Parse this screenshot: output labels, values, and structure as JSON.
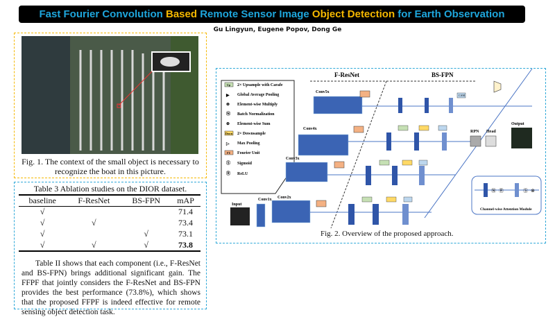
{
  "header": {
    "title_parts": [
      {
        "text": "Fast Fourier Convolution ",
        "color": "blue"
      },
      {
        "text": "Based ",
        "color": "yellow"
      },
      {
        "text": "Remote Sensor Image ",
        "color": "blue"
      },
      {
        "text": "Object Detection ",
        "color": "yellow"
      },
      {
        "text": "for Earth Observation",
        "color": "blue"
      }
    ],
    "authors": "Gu Lingyun, Eugene Popov, Dong Ge"
  },
  "fig1": {
    "caption": "Fig. 1. The context of the small object is necessary to recognize the boat in this picture."
  },
  "table": {
    "caption": "Table 3 Ablation studies on the DIOR dataset.",
    "headers": [
      "baseline",
      "F-ResNet",
      "BS-FPN",
      "mAP"
    ],
    "rows": [
      [
        "√",
        "",
        "",
        "71.4"
      ],
      [
        "√",
        "√",
        "",
        "73.4"
      ],
      [
        "√",
        "",
        "√",
        "73.1"
      ],
      [
        "√",
        "√",
        "√",
        "73.8"
      ]
    ],
    "paragraph": "Table II shows that each component (i.e., F-ResNet and BS-FPN) brings additional significant gain. The FFPF that jointly considers the F-ResNet and BS-FPN provides the best performance (73.8%), which shows that the proposed FFPF is indeed effective for remote sensing object detection task."
  },
  "fig2": {
    "caption": "Fig. 2. Overview of the proposed approach.",
    "sections": [
      "F-ResNet",
      "BS-FPN"
    ],
    "legend": [
      "2× Upsample with Carafe",
      "Global Average Pooling",
      "Element-wise Multiply",
      "Batch Normalization",
      "Element-wise Sum",
      "2× Downsample",
      "Max Pooling",
      "Fourier Unit",
      "Sigmoid",
      "ReLU"
    ],
    "legend_tags": {
      "up": "Up",
      "down": "Down",
      "fu": "FU"
    },
    "stages": [
      "Conv1x",
      "Conv2x",
      "Conv3x",
      "Conv4x",
      "Conv5x"
    ],
    "labels": {
      "input": "Input",
      "rpn": "RPN",
      "head": "Head",
      "output": "Output",
      "cam": "CAM",
      "cam_module": "Channel-wise Attention Module"
    }
  },
  "colors": {
    "blue": "#1ea6dc",
    "yellow": "#f5b800"
  }
}
